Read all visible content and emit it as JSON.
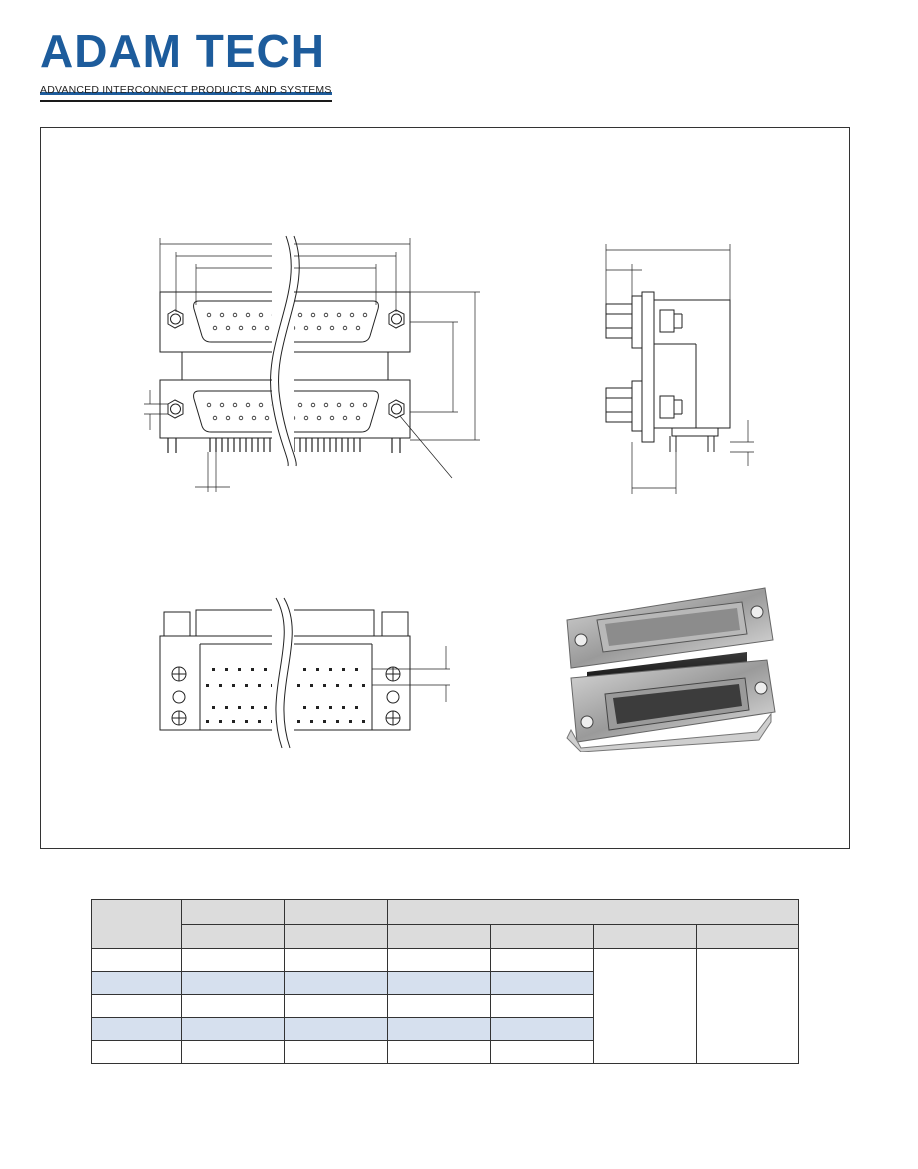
{
  "brand": {
    "name": "ADAM TECH",
    "tagline": "ADVANCED INTERCONNECT PRODUCTS AND SYSTEMS",
    "brand_color": "#1d5c9c"
  },
  "drawings": {
    "front_view": "dual-port-d-sub-front-icon",
    "side_view": "right-angle-side-icon",
    "pcb_layout": "pcb-footprint-icon",
    "photo": "connector-photo-icon"
  },
  "table": {
    "header_fill": "#dcdcdc",
    "alt_row_fill": "#d6e0ee",
    "rows": 5,
    "columns": 7
  }
}
